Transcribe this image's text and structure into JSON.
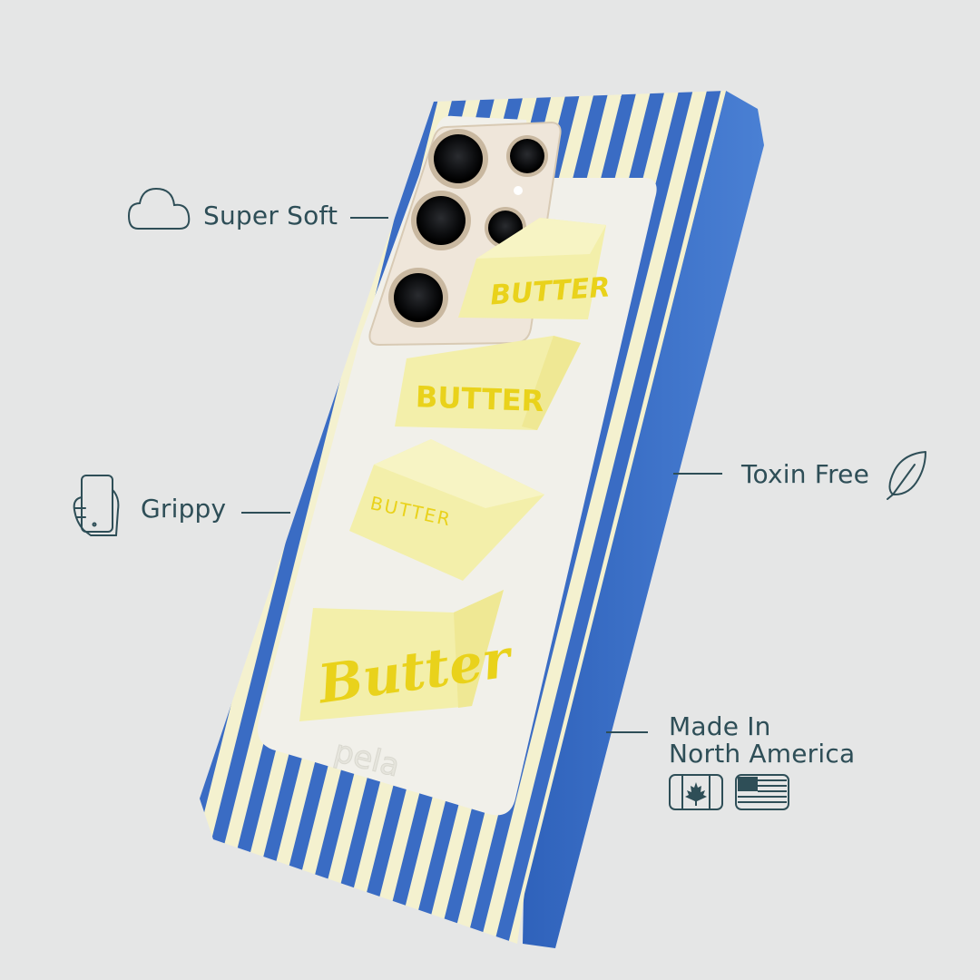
{
  "features": {
    "super_soft": {
      "label": "Super Soft",
      "icon": "cloud-icon"
    },
    "grippy": {
      "label": "Grippy",
      "icon": "hand-holding-phone-icon"
    },
    "toxin_free": {
      "label": "Toxin Free",
      "icon": "leaf-icon"
    },
    "made_in": {
      "label_line1": "Made In",
      "label_line2": "North America",
      "icons": [
        "canada-flag-icon",
        "usa-flag-icon"
      ]
    }
  },
  "case_art": {
    "butter_labels": [
      "BUTTER",
      "BUTTER",
      "BUTTER",
      "Butter"
    ],
    "brand_mark": "pela"
  },
  "colors": {
    "background": "#e5e6e6",
    "text": "#2e4e57",
    "case_blue": "#3a6cc4",
    "stripe_cream": "#f4f1cf",
    "panel_white": "#f1f0ea",
    "butter_fill": "#f3efaa",
    "butter_text": "#e9d21b"
  }
}
